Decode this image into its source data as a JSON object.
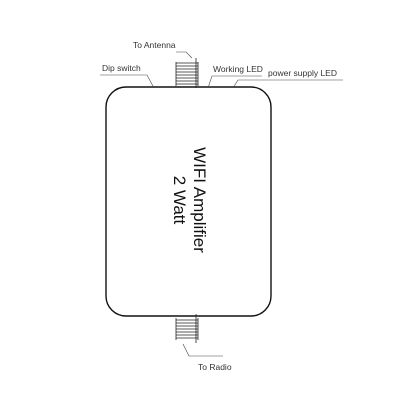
{
  "diagram": {
    "device": {
      "title_line1": "WIFI Amplifier",
      "title_line2": "2 Watt"
    },
    "callouts": {
      "to_antenna": "To Antenna",
      "dip_switch": "Dip switch",
      "working_led": "Working LED",
      "power_supply_led": "power supply LED",
      "to_radio": "To Radio"
    }
  }
}
